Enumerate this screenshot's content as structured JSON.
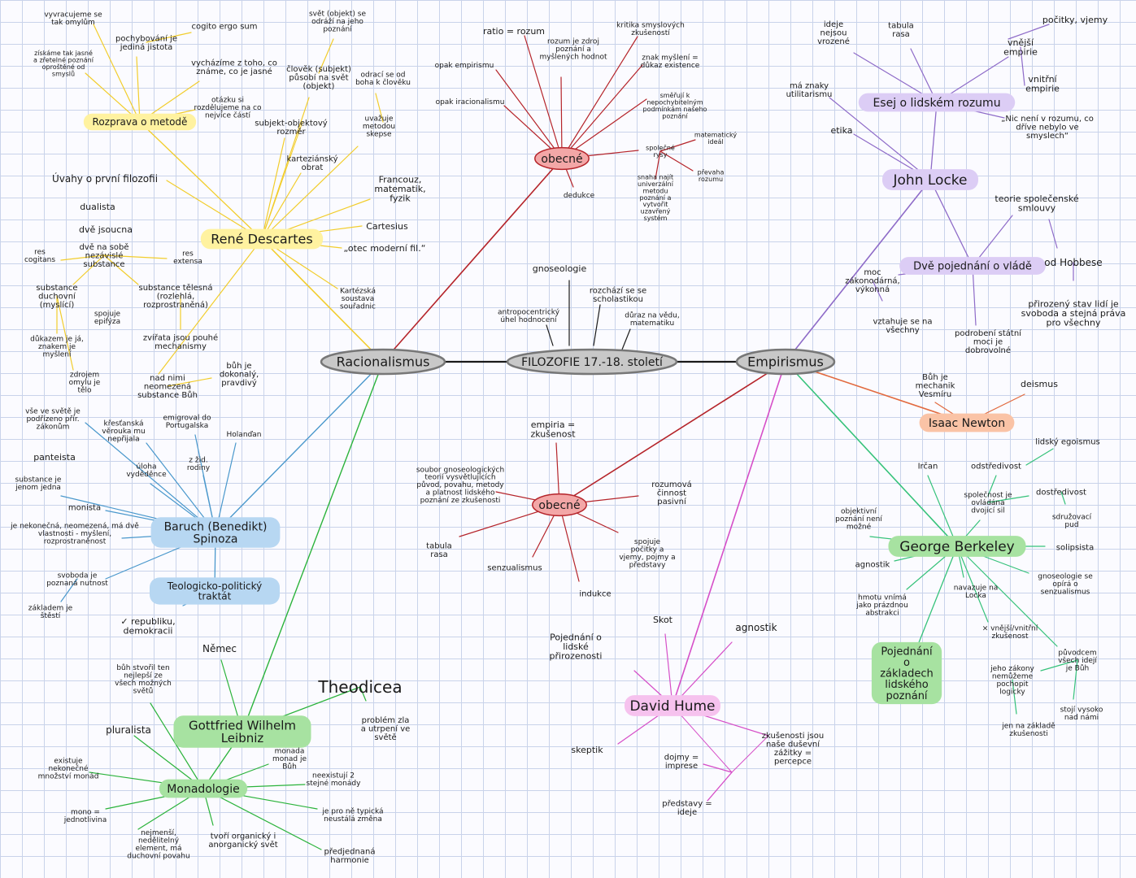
{
  "colors": {
    "center": "#1a1a1a",
    "rationalism": "#b5242a",
    "descartes": "#f2cd2c",
    "spinoza": "#4a98cc",
    "leibniz": "#2bb33b",
    "locke": "#8e6bc8",
    "newton": "#e26a3f",
    "berkeley": "#35c27a",
    "hume": "#d64fc8",
    "empirism_general": "#b5242a",
    "highlight_yellow": "#fff2a0",
    "highlight_blue": "#b7d7f2",
    "highlight_green": "#a7e2a1",
    "highlight_purple": "#dccdf5",
    "highlight_orange": "#fac3a6",
    "highlight_pink": "#f6c2ee",
    "highlight_red": "#f3a7a7",
    "oval_fill": "#c8c8c8",
    "oval_stroke": "#777777"
  },
  "center": {
    "title": "FILOZOFIE 17.-18. století",
    "items": [
      "gnoseologie",
      "antropocentrický úhel hodnocení",
      "rozchází se se scholastikou",
      "důraz na vědu, matematiku"
    ]
  },
  "rationalism": {
    "title": "Racionalismus",
    "general": {
      "title": "obecné",
      "items": [
        "ratio = rozum",
        "opak empirismu",
        "opak iracionalismu",
        "rozum je zdroj poznání a myšlených hodnot",
        "kritika smyslových zkušeností",
        "znak myšlení = důkaz existence",
        "směřují k nepochybitelným podmínkám našeho poznání",
        "společné rysy",
        "matematický ideál",
        "převaha rozumu",
        "snaha najít univerzální metodu poznání a vytvořit uzavřený systém",
        "dedukce"
      ]
    },
    "descartes": {
      "title": "René Descartes",
      "items": [
        "Úvahy o první filozofii",
        "Francouz, matematik, fyzik",
        "Cartesius",
        "„otec moderní fil.“",
        "Kartézská soustava souřadnic",
        "karteziánský obrat",
        "dualista",
        "dvě jsoucna",
        "dvě na sobě nezávislé substance",
        "res cogitans",
        "res extensa",
        "substance duchovní (myslící)",
        "substance tělesná (rozlehlá, rozprostraněná)",
        "spojuje epifýza",
        "zvířata jsou pouhé mechanismy",
        "důkazem je já, znakem je myšlení",
        "zdrojem omylu je tělo",
        "nad nimi neomezená substance Bůh",
        "bůh je dokonalý, pravdivý"
      ],
      "method": {
        "title": "Rozprava o metodě",
        "items": [
          "vyvracujeme se tak omylům",
          "pochybování je jediná jistota",
          "cogito ergo sum",
          "získáme tak jasné a zřetelné poznání oproštěné od smyslů",
          "vycházíme z toho, co známe, co je jasné",
          "otázku si rozdělujeme na co nejvíce částí"
        ]
      },
      "subject": {
        "items": [
          "svět (objekt) se odráží na jeho poznání",
          "člověk (subjekt) působí na svět (objekt)",
          "odrací se od boha k člověku",
          "subjekt-objektový rozměr",
          "uvažuje metodou skepse"
        ]
      }
    },
    "spinoza": {
      "title": "Baruch (Benedikt) Spinoza",
      "items": [
        "vše ve světě je podřízeno přír. zákonům",
        "křesťanská věrouka mu nepřijala",
        "emigroval do Portugalska",
        "Holanďan",
        "panteista",
        "z žid. rodiny",
        "úloha vyděděnce",
        "substance je jenom jedna",
        "monista",
        "je nekonečná, neomezená, má dvě vlastnosti - myšlení, rozprostraněnost",
        "svoboda je poznaná nutnost",
        "základem je štěstí"
      ],
      "work": {
        "title": "Teologicko-politický traktát",
        "items": [
          "✓ republiku, demokracii"
        ]
      }
    },
    "leibniz": {
      "title": "Gottfried Wilhelm Leibniz",
      "items": [
        "Němec",
        "bůh stvořil ten nejlepší ze všech možných světů",
        "pluralista"
      ],
      "theodicea": {
        "title": "Theodicea",
        "items": [
          "problém zla a utrpení ve světě"
        ]
      },
      "monadology": {
        "title": "Monadologie",
        "items": [
          "existuje nekonečné množství monád",
          "monada monad je Bůh",
          "neexistují 2 stejné monády",
          "je pro ně typická neustálá změna",
          "mono = jednotlivina",
          "nejmenší, nedělitelný element, má duchovní povahu",
          "tvoří organický i anorganický svět",
          "předjednaná harmonie"
        ]
      }
    }
  },
  "empirism": {
    "title": "Empirismus",
    "general": {
      "title": "obecné",
      "items": [
        "empiria = zkušenost",
        "soubor gnoseologických teorií vysvětlujících původ, povahu, metody a platnost lidského poznání ze zkušenosti",
        "rozumová činnost pasivní",
        "spojuje počitky a vjemy, pojmy a představy",
        "tabula rasa",
        "senzualismus",
        "indukce"
      ]
    },
    "locke": {
      "title": "John Locke",
      "essay": {
        "title": "Esej o lidském rozumu",
        "items": [
          "ideje nejsou vrozené",
          "tabula rasa",
          "počitky, vjemy",
          "vnější empirie",
          "vnitřní empirie",
          "„Nic není v rozumu, co dříve nebylo ve smyslech“",
          "má znaky utilitarismu",
          "etika"
        ]
      },
      "treatise": {
        "title": "Dvě pojednání o vládě",
        "items": [
          "teorie společenské smlouvy",
          "od Hobbese",
          "přirozený stav lidí je svoboda a stejná práva pro všechny",
          "moc zákonodárná, výkonná",
          "vztahuje se na všechny",
          "podrobení státní moci je dobrovolné"
        ]
      }
    },
    "newton": {
      "title": "Isaac Newton",
      "items": [
        "Bůh je mechanik Vesmíru",
        "deismus"
      ]
    },
    "berkeley": {
      "title": "George Berkeley",
      "items": [
        "lidský egoismus",
        "Irčan",
        "odstředivost",
        "společnost je ovládána dvojicí sil",
        "dostředivost",
        "sdružovací pud",
        "objektivní poznání není možné",
        "solipsista",
        "agnostik",
        "gnoseologie se opírá o senzualismus",
        "hmotu vnímá jako prázdnou abstrakci",
        "navazuje na Locka",
        "× vnější/vnitřní zkušenost",
        "původcem všech idejí je Bůh",
        "jeho zákony nemůžeme pochopit logicky",
        "stojí vysoko nad námi",
        "jen na základě zkušenosti"
      ],
      "work": {
        "title": "Pojednání o základech lidského poznání"
      }
    },
    "hume": {
      "title": "David Hume",
      "items": [
        "Pojednání o lidské přirozenosti",
        "Skot",
        "agnostik",
        "skeptik",
        "zkušenosti jsou naše duševní zážitky = percepce",
        "dojmy = imprese",
        "představy = ideje"
      ]
    }
  }
}
